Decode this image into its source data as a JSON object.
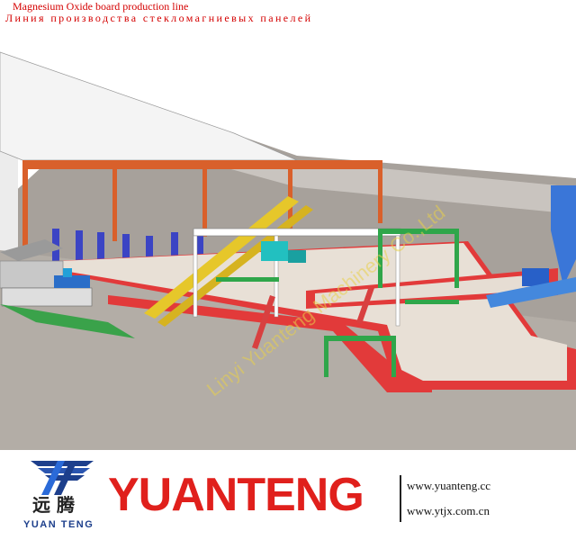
{
  "header": {
    "title_en": "Magnesium Oxide board production line",
    "title_ru": "Линия производства стекломагниевых панелей"
  },
  "footer": {
    "brand": "YUANTENG",
    "logo_text": "YUAN TENG",
    "logo_cn": "远 腾",
    "url1": "www.yuanteng.cc",
    "url2": "www.ytjx.com.cn"
  },
  "colors": {
    "title": "#d40000",
    "brand": "#e0201c",
    "logo_blue": "#1d3f8c",
    "frame_orange": "#d9602b",
    "floor": "#a9a39c"
  }
}
